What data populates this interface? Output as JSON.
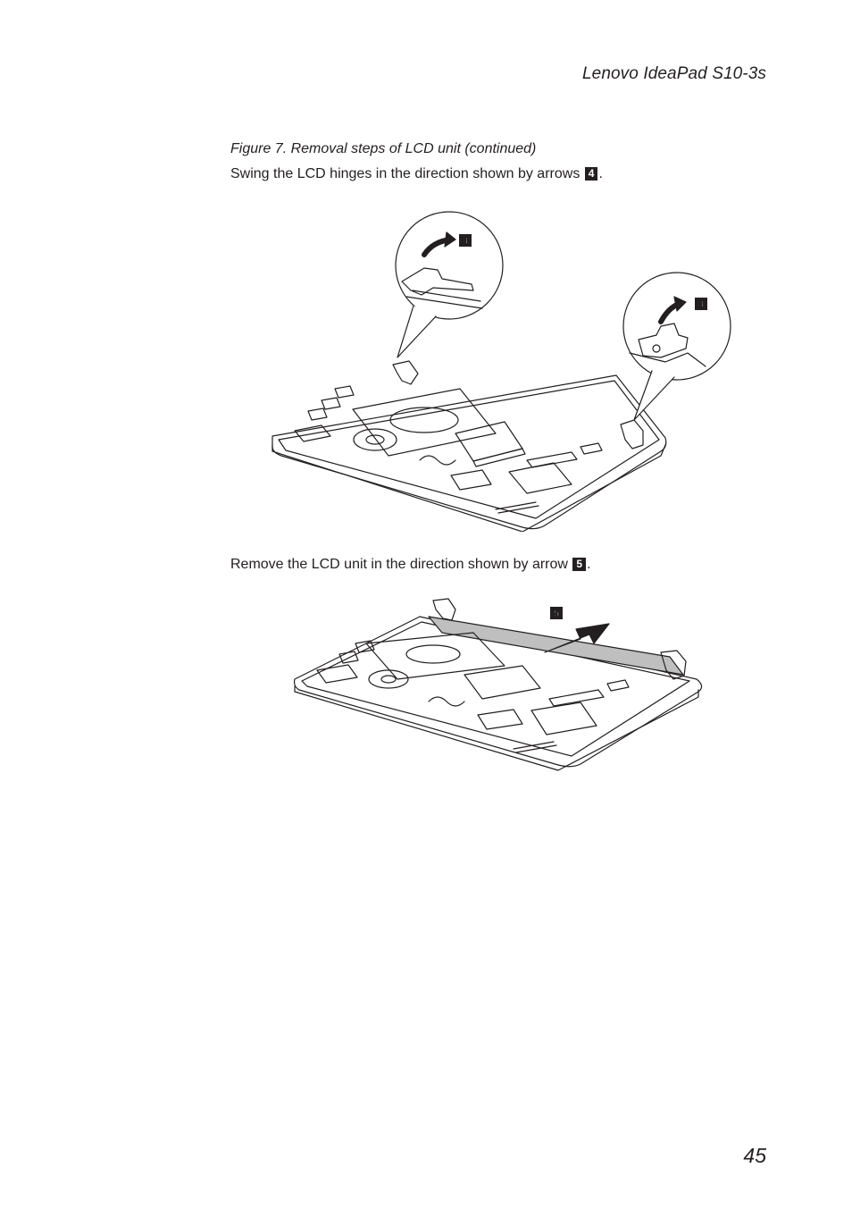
{
  "header": {
    "title": "Lenovo IdeaPad S10-3s"
  },
  "figure": {
    "caption": "Figure 7. Removal steps of LCD unit (continued)"
  },
  "step4": {
    "text": "Swing the LCD hinges in the direction shown by arrows",
    "badge": "4",
    "suffix": ".",
    "callout_left": "4",
    "callout_right": "4"
  },
  "step5": {
    "text": "Remove the LCD unit in the direction shown by arrow",
    "badge": "5",
    "suffix": ".",
    "callout": "5"
  },
  "footer": {
    "page_number": "45"
  }
}
